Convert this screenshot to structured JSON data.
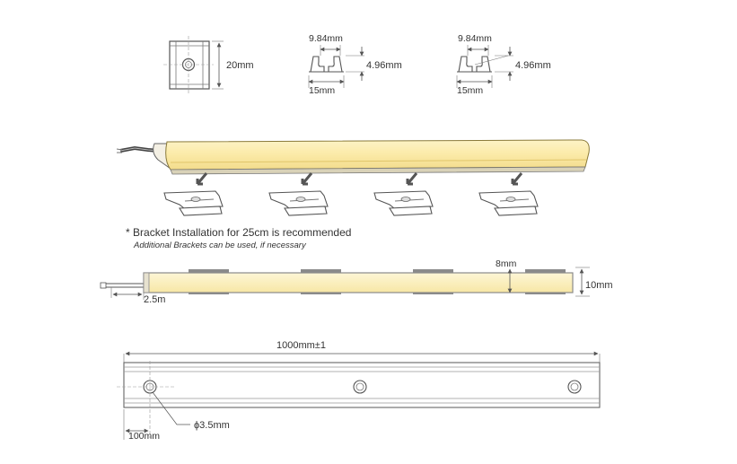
{
  "top_views": {
    "bracket_front": {
      "height_label": "20mm"
    },
    "profile_a": {
      "width_top_label": "9.84mm",
      "height_label": "4.96mm",
      "width_bottom_label": "15mm"
    },
    "profile_b": {
      "width_top_label": "9.84mm",
      "height_label": "4.96mm",
      "width_bottom_label": "15mm"
    }
  },
  "note": {
    "bullet": "*",
    "main": "Bracket Installation for 25cm is recommended",
    "sub": "Additional Brackets can be used, if necessary"
  },
  "side_view": {
    "thickness_label": "8mm",
    "height_label": "10mm",
    "cable_label": "2.5m"
  },
  "bottom_view": {
    "length_label": "1000mm±1",
    "hole_diameter_label": "ϕ3.5mm",
    "hole_offset_label": "100mm"
  },
  "colors": {
    "light_yellow": "#fbeeb0",
    "glow_yellow": "#fff7d1",
    "line": "#555555",
    "bracket_gray": "#8a8a8a",
    "arrow": "#555555"
  }
}
